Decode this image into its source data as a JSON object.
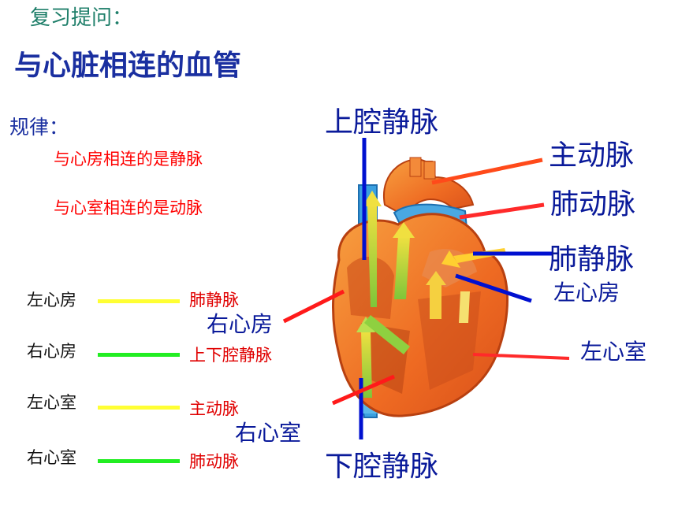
{
  "header": {
    "review": "复习提问：",
    "title": "与心脏相连的血管"
  },
  "rules": {
    "label": "规律：",
    "items": [
      "与心房相连的是静脉",
      "与心室相连的是动脉"
    ]
  },
  "pairs": [
    {
      "chamber": "左心房",
      "vessel": "肺静脉",
      "line_color": "#ffff33"
    },
    {
      "chamber": "右心房",
      "vessel": "上下腔静脉",
      "line_color": "#22ee22"
    },
    {
      "chamber": "左心室",
      "vessel": "主动脉",
      "line_color": "#ffff33"
    },
    {
      "chamber": "右心室",
      "vessel": "肺动脉",
      "line_color": "#22ee22"
    }
  ],
  "diagram_labels": {
    "superior_vena_cava": "上腔静脉",
    "aorta": "主动脉",
    "pulmonary_artery": "肺动脉",
    "pulmonary_vein": "肺静脉",
    "left_atrium": "左心房",
    "right_atrium": "右心房",
    "left_ventricle": "左心室",
    "right_ventricle": "右心室",
    "inferior_vena_cava": "下腔静脉"
  },
  "colors": {
    "title_blue": "#1a2fa0",
    "rule_red": "#ff0000",
    "leader_red": "#ff2a2a",
    "leader_blue": "#0010d0",
    "heart_orange": "#f07a2a",
    "vessel_blue": "#3aa0e0"
  }
}
